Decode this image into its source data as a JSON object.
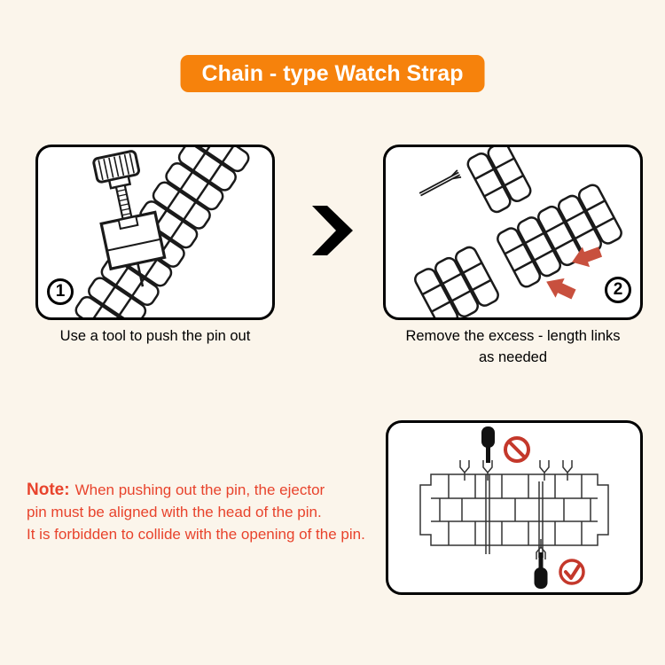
{
  "page": {
    "background": "#FBF5EB"
  },
  "colors": {
    "accent_orange": "#F6820C",
    "note_red": "#E8432C",
    "arrow_red": "#C8503E",
    "mark_red": "#C4382B"
  },
  "banner": {
    "title": "Chain - type Watch Strap"
  },
  "steps": [
    {
      "number": "1",
      "caption_lines": [
        "Use a tool to push the pin out"
      ]
    },
    {
      "number": "2",
      "caption_lines": [
        "Remove the excess - length links",
        "as needed"
      ]
    }
  ],
  "note": {
    "label": "Note:",
    "lines": [
      "When pushing out the pin, the ejector",
      "pin must be aligned with the head of the pin.",
      "It is forbidden to collide with the opening of the pin."
    ]
  },
  "icons": {
    "next_chevron": "chevron-right-icon",
    "forbidden": "prohibition-icon",
    "correct": "check-circle-icon"
  }
}
